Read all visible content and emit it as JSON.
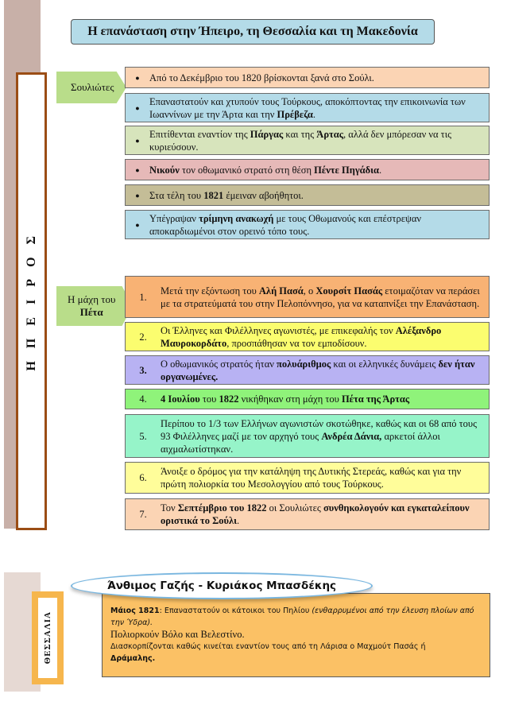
{
  "title": "Η επανάσταση στην Ήπειρο, τη Θεσσαλία και τη Μακεδονία",
  "side_label_ipiros": "Η Π Ε Ι Ρ Ο Σ",
  "souliotes_label": "Σουλιώτες",
  "bullet_char": "●",
  "bullets": [
    {
      "parts": [
        {
          "t": "Από το Δεκέμβριο του 1820 βρίσκονται ξανά στο Σούλι.",
          "b": false
        }
      ]
    },
    {
      "parts": [
        {
          "t": "Επαναστατούν και χτυπούν τους Τούρκους, αποκόπτοντας την επικοινωνία των Ιωαννίνων με την Άρτα και την ",
          "b": false
        },
        {
          "t": "Πρέβεζα",
          "b": true
        },
        {
          "t": ".",
          "b": false
        }
      ]
    },
    {
      "parts": [
        {
          "t": "Επιτίθενται εναντίον της ",
          "b": false
        },
        {
          "t": "Πάργας",
          "b": true
        },
        {
          "t": " και της ",
          "b": false
        },
        {
          "t": "Άρτας",
          "b": true
        },
        {
          "t": ", αλλά δεν μπόρεσαν να τις κυριεύσουν.",
          "b": false
        }
      ]
    },
    {
      "parts": [
        {
          "t": "Νικούν",
          "b": true
        },
        {
          "t": " τον οθωμανικό στρατό στη θέση ",
          "b": false
        },
        {
          "t": "Πέντε Πηγάδια",
          "b": true
        },
        {
          "t": ".",
          "b": false
        }
      ]
    },
    {
      "parts": [
        {
          "t": "Στα τέλη του ",
          "b": false
        },
        {
          "t": "1821",
          "b": true
        },
        {
          "t": " έμειναν αβοήθητοι.",
          "b": false
        }
      ]
    },
    {
      "parts": [
        {
          "t": "Υπέγραψαν ",
          "b": false
        },
        {
          "t": "τρίμηνη ανακωχή",
          "b": true
        },
        {
          "t": " με τους Οθωμανούς και επέστρεψαν αποκαρδιωμένοι στον ορεινό τόπο τους.",
          "b": false
        }
      ]
    }
  ],
  "peta_label_1": "Η μάχη του",
  "peta_label_2": "Πέτα",
  "numbered": [
    {
      "num": "1.",
      "parts": [
        {
          "t": "Μετά την εξόντωση του ",
          "b": false
        },
        {
          "t": "Αλή Πασά",
          "b": true
        },
        {
          "t": ", ο ",
          "b": false
        },
        {
          "t": "Χουρσίτ Πασάς",
          "b": true
        },
        {
          "t": " ετοιμαζόταν να περάσει με τα στρατεύματά του στην Πελοπόννησο, για να καταπνίξει την Επανάσταση.",
          "b": false
        }
      ]
    },
    {
      "num": "2.",
      "parts": [
        {
          "t": "Οι Έλληνες και Φιλέλληνες αγωνιστές, με επικεφαλής τον ",
          "b": false
        },
        {
          "t": "Αλέξανδρο Μαυροκορδάτο",
          "b": true
        },
        {
          "t": ", προσπάθησαν να τον εμποδίσουν.",
          "b": false
        }
      ]
    },
    {
      "num": "3.",
      "parts": [
        {
          "t": "Ο οθωμανικός στρατός ήταν ",
          "b": false
        },
        {
          "t": "πολυάριθμος",
          "b": true
        },
        {
          "t": " και οι ελληνικές δυνάμεις ",
          "b": false
        },
        {
          "t": "δεν ήταν οργανωμένες.",
          "b": true
        }
      ]
    },
    {
      "num": "4.",
      "parts": [
        {
          "t": "4 Ιουλίου",
          "b": true
        },
        {
          "t": " του ",
          "b": false
        },
        {
          "t": "1822",
          "b": true
        },
        {
          "t": " νικήθηκαν στη μάχη του ",
          "b": false
        },
        {
          "t": "Πέτα της Άρτας",
          "b": true
        }
      ]
    },
    {
      "num": "5.",
      "parts": [
        {
          "t": "Περίπου το 1/3 των Ελλήνων αγωνιστών σκοτώθηκε, καθώς και οι 68 από τους 93 Φιλέλληνες μαζί με τον αρχηγό τους ",
          "b": false
        },
        {
          "t": "Ανδρέα Δάνια,",
          "b": true
        },
        {
          "t": " αρκετοί άλλοι αιχμαλωτίστηκαν.",
          "b": false
        }
      ]
    },
    {
      "num": "6.",
      "parts": [
        {
          "t": "Άνοιξε ο δρόμος για την κατάληψη της Δυτικής Στερεάς, καθώς και για την πρώτη πολιορκία του Μεσολογγίου από τους Τούρκους.",
          "b": false
        }
      ]
    },
    {
      "num": "7.",
      "parts": [
        {
          "t": "Τον ",
          "b": false
        },
        {
          "t": "Σεπτέμβριο του 1822",
          "b": true
        },
        {
          "t": " οι Σουλιώτες ",
          "b": false
        },
        {
          "t": "συνθηκολογούν και εγκαταλείπουν οριστικά το Σούλι",
          "b": true
        },
        {
          "t": ".",
          "b": false
        }
      ]
    }
  ],
  "thessalia": {
    "side_label": "ΘΕΣΣΑΛΙΑ",
    "oval_title": "Άνθιμος Γαζής - Κυριάκος Μπασδέκης",
    "line1_bold": "Μάιος 1821",
    "line1_rest": ": Επαναστατούν οι κάτοικοι του Πηλίου ",
    "line1_italic": "(ενθαρρυμένοι από την έλευση πλοίων από την Ύδρα).",
    "line2": "Πολιορκούν Βόλο και Βελεστίνο.",
    "line3": "Διασκορπίζονται καθώς κινείται εναντίον τους από τη Λάρισα ο Μαχμούτ Πασάς ή",
    "line4_bold": "Δράμαλης."
  }
}
